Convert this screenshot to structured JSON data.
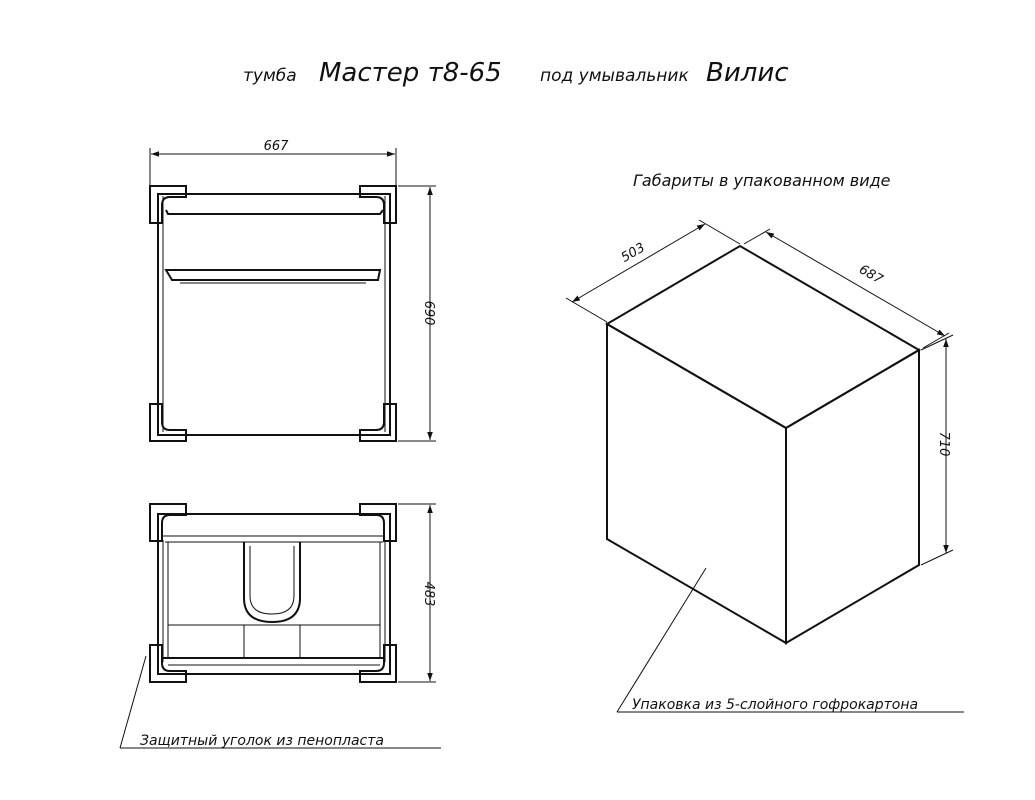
{
  "title": {
    "prefix": "тумба",
    "model": "Мастер т8-65",
    "middle": "под умывальник",
    "series": "Вилис"
  },
  "front_view": {
    "width_dim": "667",
    "height_dim": "690"
  },
  "top_view": {
    "depth_dim": "483",
    "callout": "Защитный уголок из пенопласта"
  },
  "package_view": {
    "heading": "Габариты в упакованном виде",
    "dim_depth": "503",
    "dim_width": "687",
    "dim_height": "710",
    "callout": "Упаковка из 5-слойного гофрокартона"
  }
}
